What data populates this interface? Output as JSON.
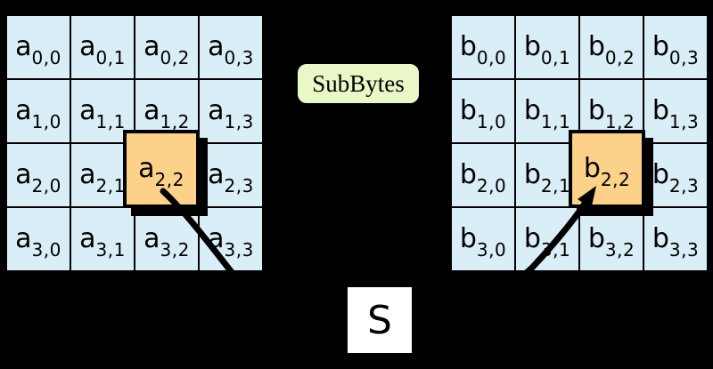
{
  "colors": {
    "background": "#000000",
    "cell_fill": "#daeef8",
    "highlight_fill": "#fcd18a",
    "operation_fill": "#e9f8c6",
    "sbox_fill": "#ffffff",
    "line": "#000000"
  },
  "operation": {
    "label": "SubBytes"
  },
  "sbox": {
    "label": "S"
  },
  "grids": {
    "input": {
      "letter": "a",
      "cells": [
        {
          "base": "a",
          "sub": "0,0"
        },
        {
          "base": "a",
          "sub": "0,1"
        },
        {
          "base": "a",
          "sub": "0,2"
        },
        {
          "base": "a",
          "sub": "0,3"
        },
        {
          "base": "a",
          "sub": "1,0"
        },
        {
          "base": "a",
          "sub": "1,1"
        },
        {
          "base": "a",
          "sub": "1,2"
        },
        {
          "base": "a",
          "sub": "1,3"
        },
        {
          "base": "a",
          "sub": "2,0"
        },
        {
          "base": "a",
          "sub": "2,1"
        },
        {
          "base": "a",
          "sub": "2,2"
        },
        {
          "base": "a",
          "sub": "2,3"
        },
        {
          "base": "a",
          "sub": "3,0"
        },
        {
          "base": "a",
          "sub": "3,1"
        },
        {
          "base": "a",
          "sub": "3,2"
        },
        {
          "base": "a",
          "sub": "3,3"
        }
      ],
      "highlight": {
        "base": "a",
        "sub": "2,2"
      }
    },
    "output": {
      "letter": "b",
      "cells": [
        {
          "base": "b",
          "sub": "0,0"
        },
        {
          "base": "b",
          "sub": "0,1"
        },
        {
          "base": "b",
          "sub": "0,2"
        },
        {
          "base": "b",
          "sub": "0,3"
        },
        {
          "base": "b",
          "sub": "1,0"
        },
        {
          "base": "b",
          "sub": "1,1"
        },
        {
          "base": "b",
          "sub": "1,2"
        },
        {
          "base": "b",
          "sub": "1,3"
        },
        {
          "base": "b",
          "sub": "2,0"
        },
        {
          "base": "b",
          "sub": "2,1"
        },
        {
          "base": "b",
          "sub": "2,2"
        },
        {
          "base": "b",
          "sub": "2,3"
        },
        {
          "base": "b",
          "sub": "3,0"
        },
        {
          "base": "b",
          "sub": "3,1"
        },
        {
          "base": "b",
          "sub": "3,2"
        },
        {
          "base": "b",
          "sub": "3,3"
        }
      ],
      "highlight": {
        "base": "b",
        "sub": "2,2"
      }
    }
  }
}
